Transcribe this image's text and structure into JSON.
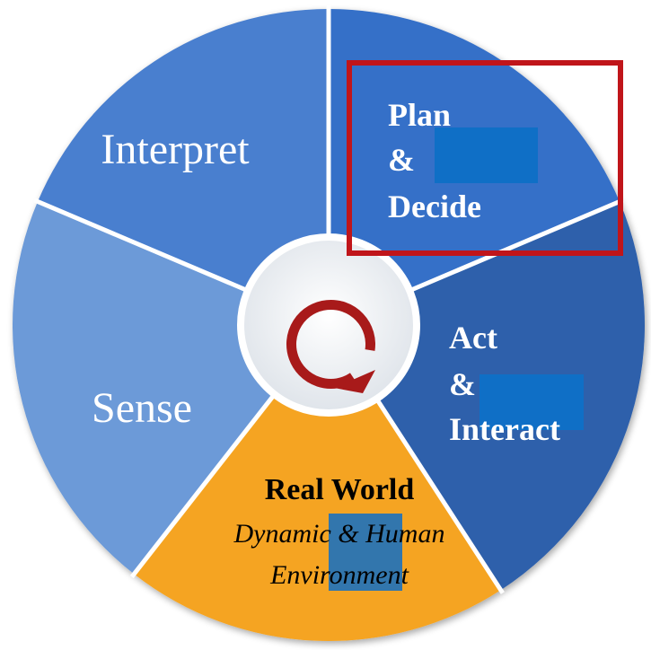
{
  "diagram": {
    "segments": {
      "interpret": {
        "label": "Interpret",
        "color": "#4a7fcf"
      },
      "plan": {
        "line1": "Plan",
        "line2": "&",
        "line3": "Decide",
        "color": "#3670c8"
      },
      "act": {
        "line1": "Act",
        "line2": "&",
        "line3": "Interact",
        "color": "#2f60ab"
      },
      "real_world": {
        "title": "Real World",
        "line2": "Dynamic & Human",
        "line3": "Environment",
        "color": "#f5a422"
      },
      "sense": {
        "label": "Sense",
        "color": "#6c9ad8"
      }
    },
    "center": {
      "icon": "cycle-arrow-icon",
      "arrow_color": "#a81a1a"
    },
    "highlight": {
      "color": "#c0151a"
    },
    "redaction_color": "#0f6fc6",
    "gap_color": "#ffffff"
  }
}
